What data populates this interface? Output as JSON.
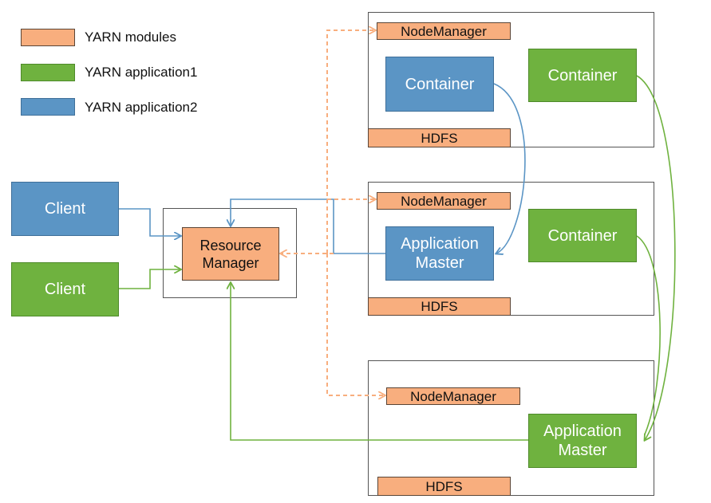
{
  "legend": {
    "items": [
      {
        "label": "YARN modules",
        "color": "#F8AE7E"
      },
      {
        "label": "YARN application1",
        "color": "#6FB23F"
      },
      {
        "label": "YARN application2",
        "color": "#5B95C5"
      }
    ]
  },
  "clients": {
    "blue_client": "Client",
    "green_client": "Client"
  },
  "resource_manager": {
    "label": "Resource\nManager"
  },
  "nodes": [
    {
      "nodemanager": "NodeManager",
      "hdfs": "HDFS",
      "blue_box": "Container",
      "green_box": "Container"
    },
    {
      "nodemanager": "NodeManager",
      "hdfs": "HDFS",
      "blue_box": "Application\nMaster",
      "green_box": "Container"
    },
    {
      "nodemanager": "NodeManager",
      "hdfs": "HDFS",
      "green_box": "Application\nMaster"
    }
  ],
  "colors": {
    "orange": "#F8AE7E",
    "green": "#6FB23F",
    "blue": "#5B95C5",
    "frame": "#555555"
  }
}
